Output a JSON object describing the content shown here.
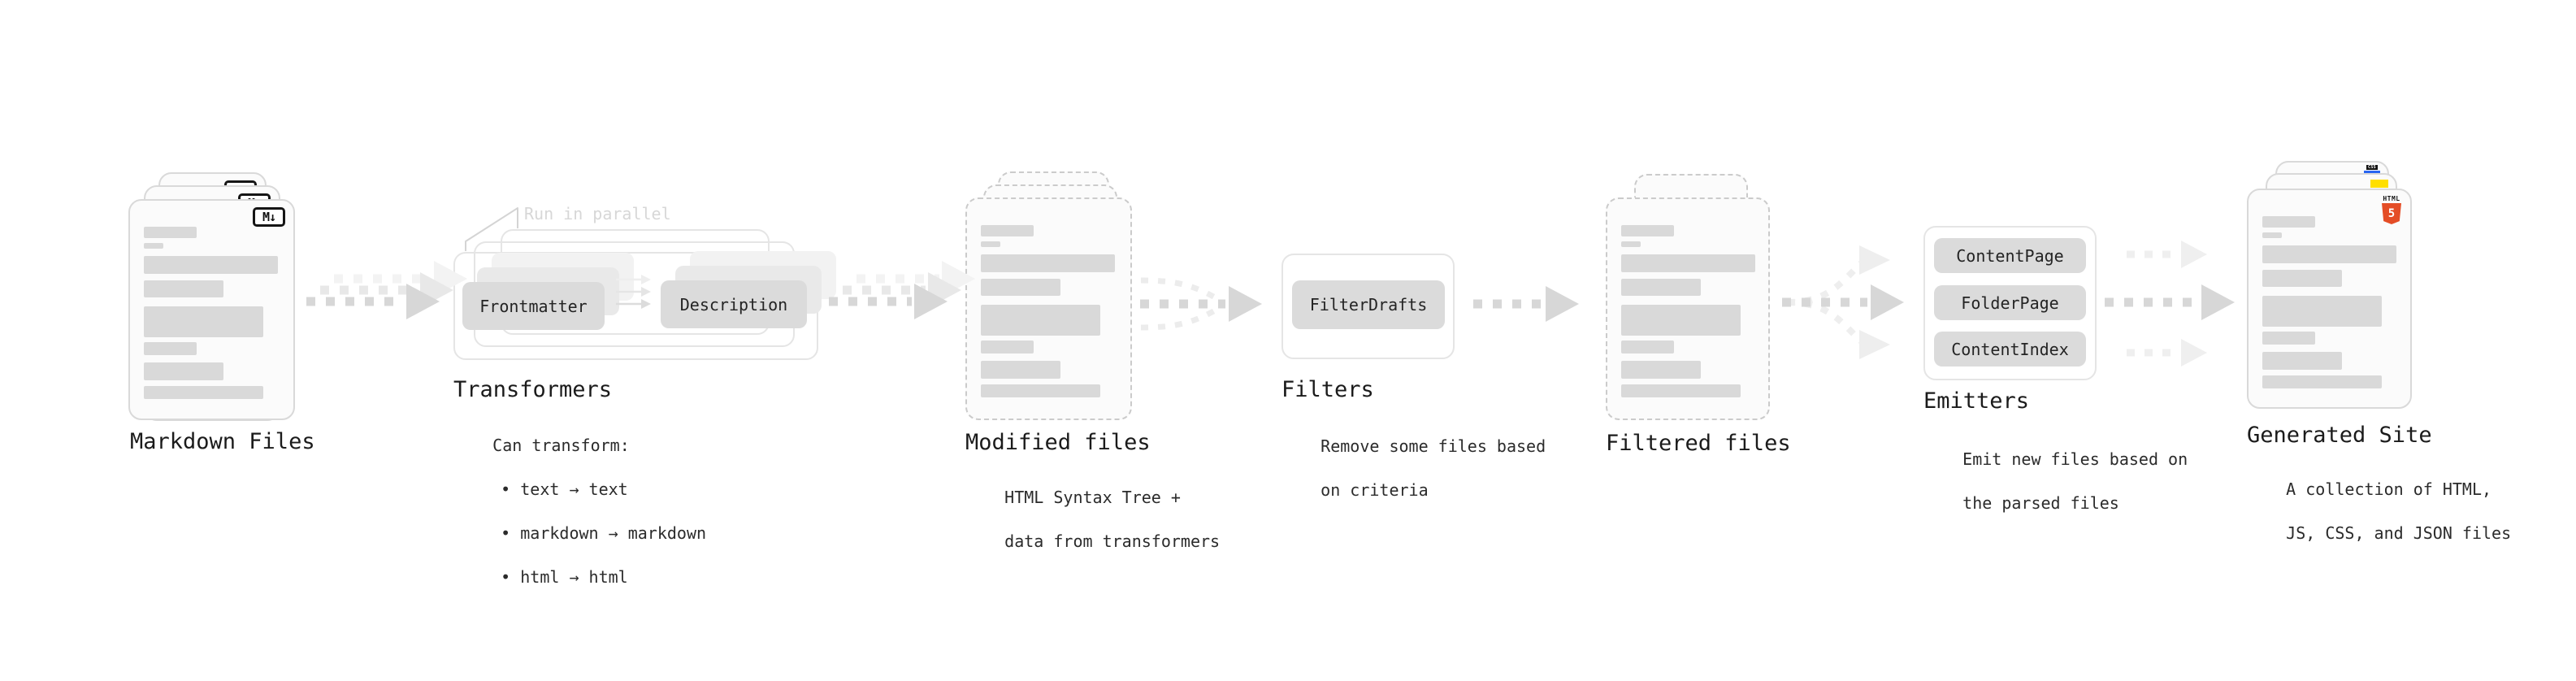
{
  "stages": {
    "markdown_files": {
      "label": "Markdown Files",
      "badge": "M↓"
    },
    "transformers": {
      "annotation": "Run in parallel",
      "node_left": "Frontmatter",
      "node_right": "Description",
      "label": "Transformers",
      "desc_title": "Can transform:",
      "bullets": [
        "• text → text",
        "• markdown → markdown",
        "• html → html"
      ]
    },
    "modified_files": {
      "label": "Modified files",
      "desc_line1": "HTML Syntax Tree +",
      "desc_line2": "data from transformers"
    },
    "filters": {
      "node": "FilterDrafts",
      "label": "Filters",
      "desc_line1": "Remove some files based",
      "desc_line2": "on criteria"
    },
    "filtered_files": {
      "label": "Filtered files"
    },
    "emitters": {
      "nodes": [
        "ContentPage",
        "FolderPage",
        "ContentIndex"
      ],
      "label": "Emitters",
      "desc_line1": "Emit new files based on",
      "desc_line2": "the parsed files"
    },
    "generated_site": {
      "label": "Generated Site",
      "desc_line1": "A collection of HTML,",
      "desc_line2": "JS, CSS, and JSON files",
      "badge_html_text": "HTML",
      "badge_html_number": "5",
      "badge_css_text": "CSS"
    }
  },
  "colors": {
    "html5_orange": "#e44d26",
    "js_yellow": "#ffdf00",
    "css_blue": "#2965f1",
    "arrow_dark_gray": "#d7d7d7",
    "arrow_light_gray": "#eeeeee",
    "placeholder_bar_gray": "#d9d9d9",
    "annotation_gray": "#d7d7d7"
  }
}
